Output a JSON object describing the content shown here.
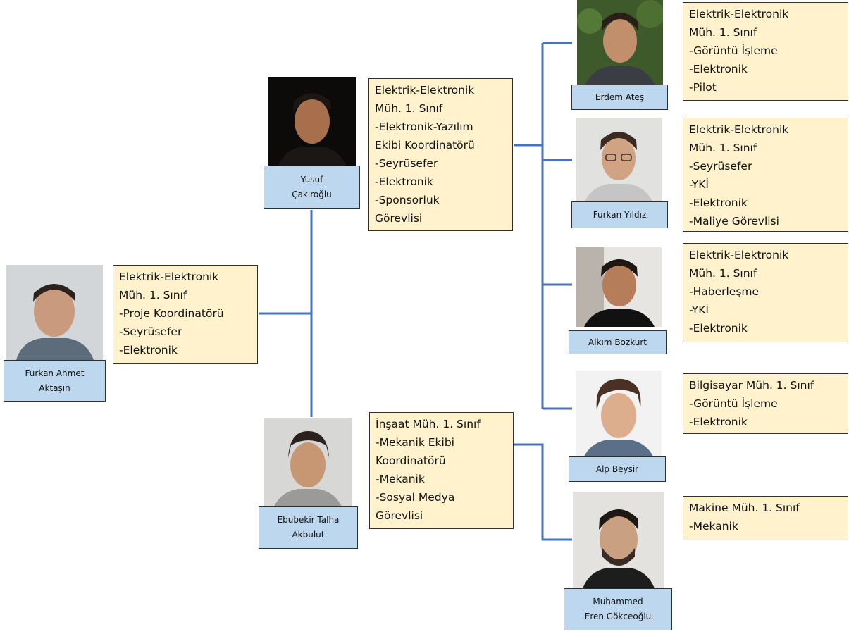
{
  "colors": {
    "connector": "#4472C4",
    "name_box": "#BDD7EE",
    "info_box": "#FFF2CC",
    "border": "#2f2f2f"
  },
  "members": [
    {
      "id": "furkan-ahmet-aktasin",
      "name": "Furkan Ahmet\nAktaşın",
      "details": "Elektrik-Elektronik\nMüh. 1. Sınıf\n-Proje Koordinatörü\n-Seyrüsefer\n-Elektronik"
    },
    {
      "id": "yusuf-cakiroglu",
      "name": "Yusuf\nÇakıroğlu",
      "details": "Elektrik-Elektronik\nMüh. 1. Sınıf\n-Elektronik-Yazılım\nEkibi Koordinatörü\n-Seyrüsefer\n-Elektronik\n-Sponsorluk\nGörevlisi"
    },
    {
      "id": "ebubekir-talha-akbulut",
      "name": "Ebubekir Talha\nAkbulut",
      "details": "İnşaat Müh. 1. Sınıf\n-Mekanik Ekibi\nKoordinatörü\n-Mekanik\n-Sosyal Medya\nGörevlisi"
    },
    {
      "id": "erdem-ates",
      "name": "Erdem Ateş",
      "details": "Elektrik-Elektronik\nMüh. 1. Sınıf\n-Görüntü İşleme\n-Elektronik\n-Pilot"
    },
    {
      "id": "furkan-yildiz",
      "name": "Furkan Yıldız",
      "details": "Elektrik-Elektronik\nMüh. 1. Sınıf\n-Seyrüsefer\n-YKİ\n-Elektronik\n-Maliye Görevlisi"
    },
    {
      "id": "alkim-bozkurt",
      "name": "Alkım Bozkurt",
      "details": "Elektrik-Elektronik\nMüh. 1. Sınıf\n-Haberleşme\n-YKİ\n-Elektronik"
    },
    {
      "id": "alp-beysir",
      "name": "Alp Beysir",
      "details": "Bilgisayar Müh. 1. Sınıf\n-Görüntü İşleme\n-Elektronik"
    },
    {
      "id": "muhammed-eren-gokceoglu",
      "name": "Muhammed\nEren Gökceoğlu",
      "details": "Makine Müh. 1. Sınıf\n-Mekanik"
    }
  ]
}
